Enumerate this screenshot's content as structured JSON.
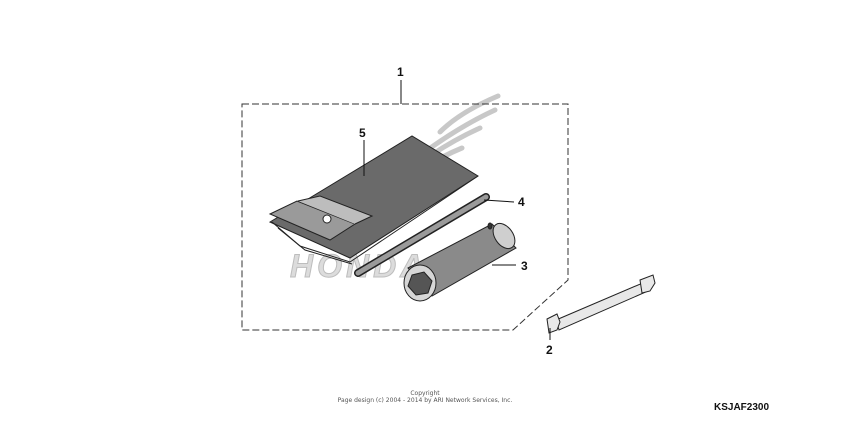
{
  "diagram": {
    "callouts": [
      "1",
      "2",
      "3",
      "4",
      "5"
    ],
    "watermark_text": "HONDA",
    "copyright_line1": "Copyright",
    "copyright_line2": "Page design (c) 2004 - 2014 by ARI Network Services, Inc.",
    "diagram_code": "KSJAF2300"
  }
}
